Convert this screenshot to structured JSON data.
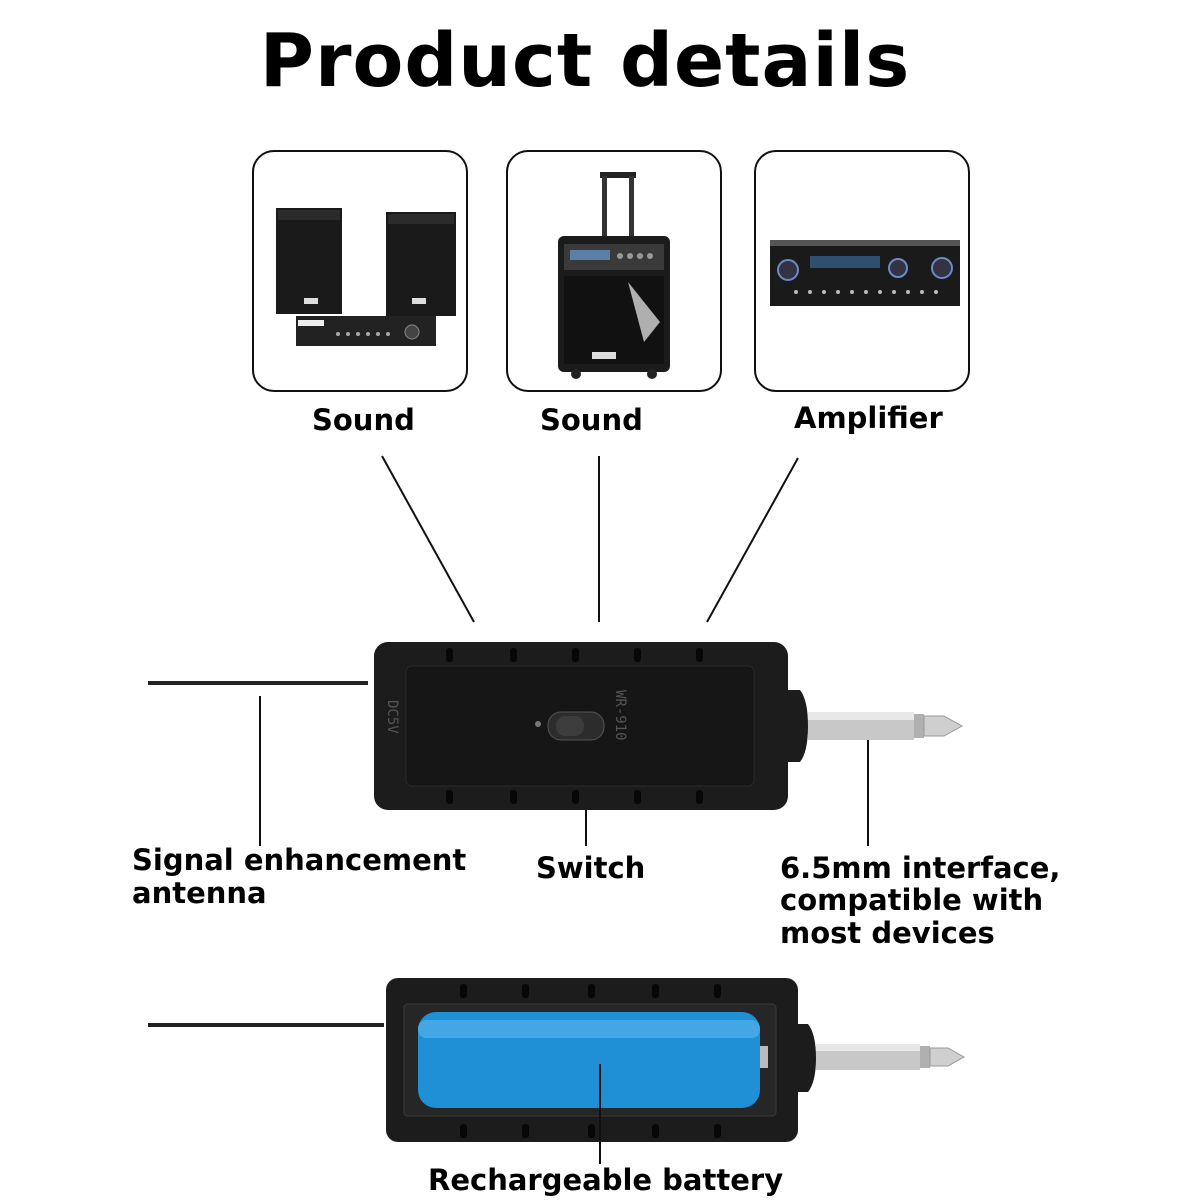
{
  "title": "Product details",
  "devices_top": [
    {
      "label": "Sound",
      "icon": "speaker-pair-with-amplifier-icon"
    },
    {
      "label": "Sound",
      "icon": "trolley-speaker-icon"
    },
    {
      "label": "Amplifier",
      "icon": "amplifier-icon"
    }
  ],
  "callouts": {
    "antenna": [
      "Signal enhancement",
      "antenna"
    ],
    "switch": "Switch",
    "interface": [
      "6.5mm interface,",
      "compatible with",
      "most devices"
    ],
    "battery": "Rechargeable battery"
  },
  "device_markings": [
    "DC5V",
    "WR-910"
  ],
  "colors": {
    "device_body": "#1c1c1c",
    "battery": "#1f8fd6",
    "jack": "#c8c8c8"
  }
}
